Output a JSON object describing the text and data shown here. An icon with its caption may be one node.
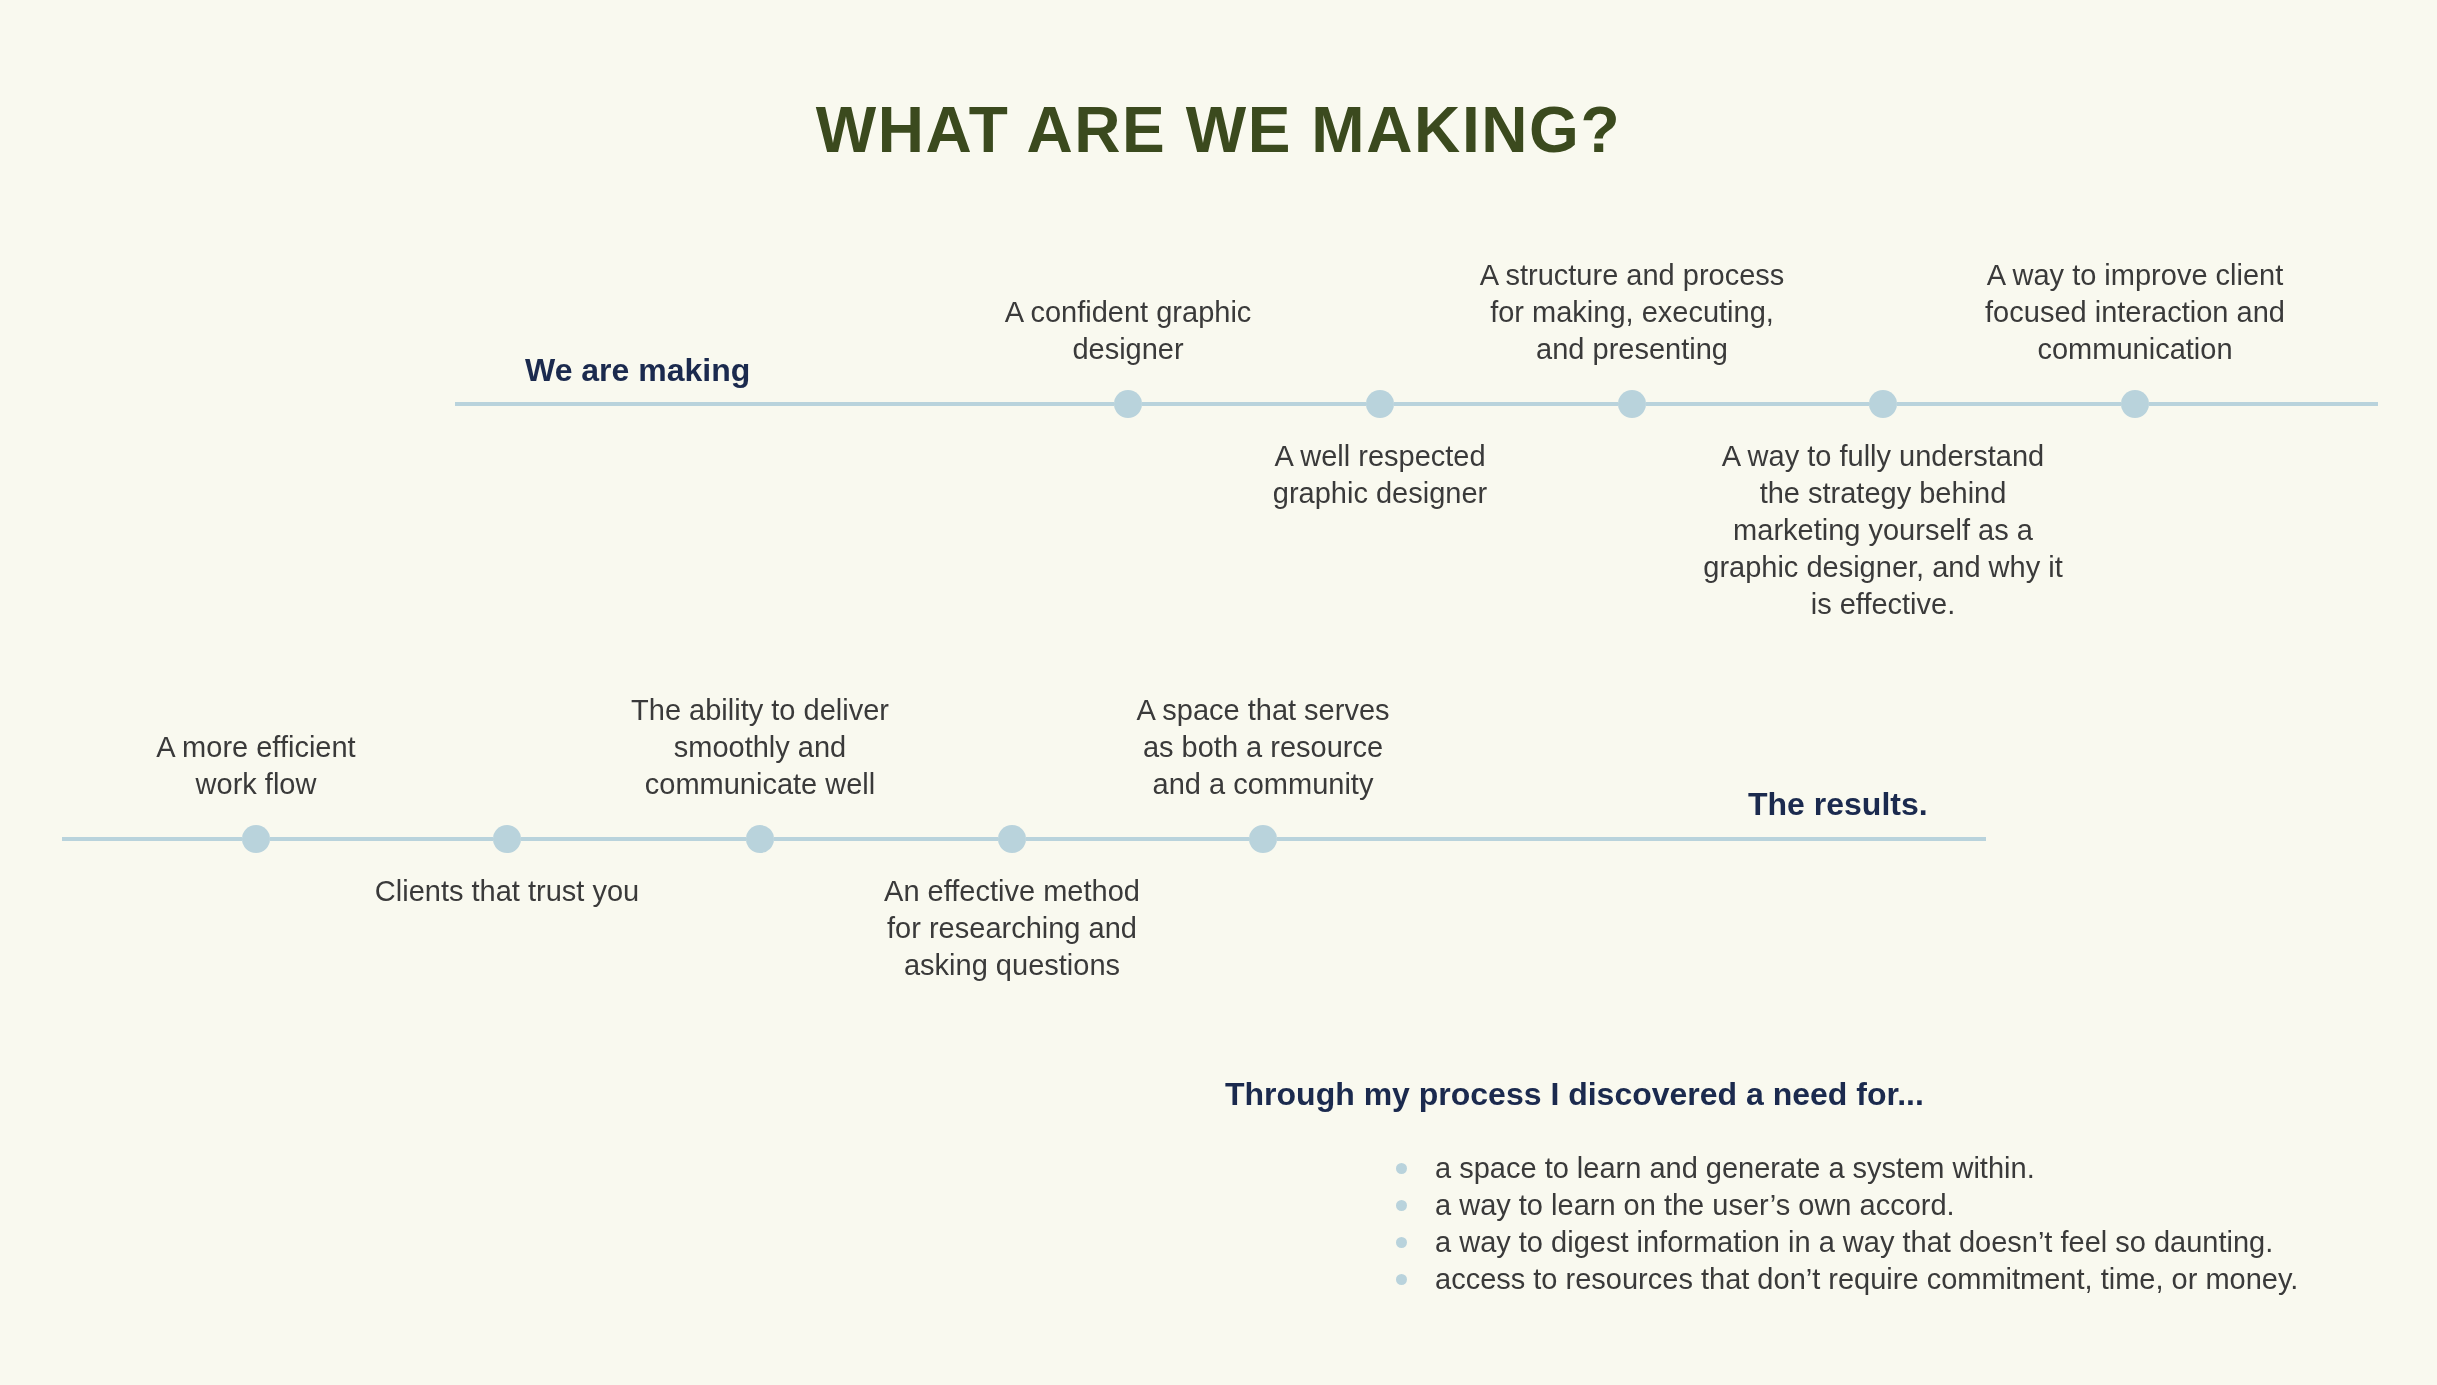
{
  "diagram": {
    "title": "WHAT ARE WE MAKING?",
    "nodes": [
      {
        "text": [],
        "shape": "circle",
        "beside": [
          "A confident graphic designer"
        ]
      },
      {
        "text": [],
        "shape": "circle",
        "beside": [
          "A well respected graphic designer"
        ]
      },
      {
        "text": [],
        "shape": "circle",
        "beside": [
          "A structure and process for making, executing, and presenting"
        ]
      },
      {
        "text": [],
        "shape": "circle",
        "beside": [
          "A way to fully understand the strategy behind marketing yourself as a graphic designer, and why it is effective."
        ]
      },
      {
        "text": [],
        "shape": "circle",
        "beside": [
          "A way to improve client focused interaction and communication"
        ]
      },
      {
        "text": [],
        "shape": "circle",
        "beside": [
          "A more efficient work flow"
        ]
      },
      {
        "text": [],
        "shape": "circle",
        "beside": [
          "Clients that trust you"
        ]
      },
      {
        "text": [],
        "shape": "circle",
        "beside": [
          "The ability to deliver smoothly and communicate well"
        ]
      },
      {
        "text": [],
        "shape": "circle",
        "beside": [
          "An effective method for researching and asking questions"
        ]
      },
      {
        "text": [],
        "shape": "circle",
        "beside": [
          "A space that serves as both a resource and a community"
        ]
      }
    ],
    "edges": [
      {
        "from": 0,
        "to": 1,
        "arrow": "none"
      },
      {
        "from": 1,
        "to": 2,
        "arrow": "none"
      },
      {
        "from": 2,
        "to": 3,
        "arrow": "none"
      },
      {
        "from": 3,
        "to": 4,
        "arrow": "none"
      },
      {
        "from": 5,
        "to": 6,
        "arrow": "none"
      },
      {
        "from": 6,
        "to": 7,
        "arrow": "none"
      },
      {
        "from": 7,
        "to": 8,
        "arrow": "none"
      },
      {
        "from": 8,
        "to": 9,
        "arrow": "none"
      }
    ],
    "labels": [
      "We are making",
      "The results.",
      "Through my process I discovered a need for...",
      "a space to learn and generate a system within.",
      "a way to learn on the user’s own accord.",
      "a way to digest information in a way that doesn’t feel so daunting.",
      "access to resources that don’t require commitment, time, or money."
    ]
  }
}
